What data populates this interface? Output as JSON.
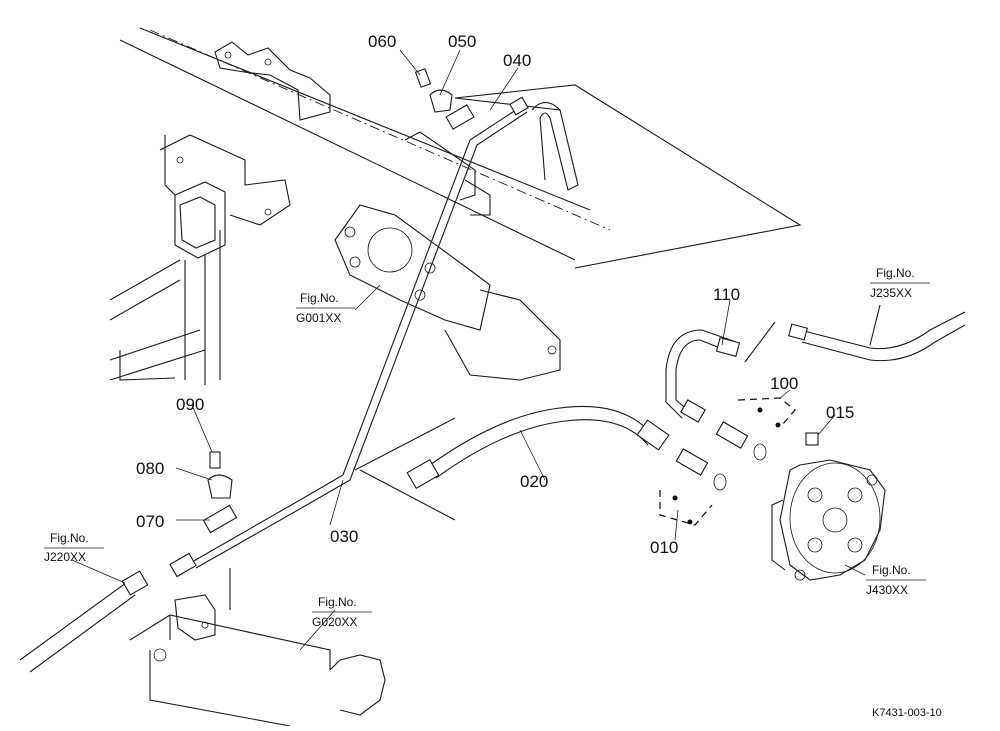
{
  "diagram": {
    "doc_code": "K7431-003-10",
    "parts": [
      {
        "id": "p010",
        "label": "010"
      },
      {
        "id": "p015",
        "label": "015"
      },
      {
        "id": "p020",
        "label": "020"
      },
      {
        "id": "p030",
        "label": "030"
      },
      {
        "id": "p040",
        "label": "040"
      },
      {
        "id": "p050",
        "label": "050"
      },
      {
        "id": "p060",
        "label": "060"
      },
      {
        "id": "p070",
        "label": "070"
      },
      {
        "id": "p080",
        "label": "080"
      },
      {
        "id": "p090",
        "label": "090"
      },
      {
        "id": "p100",
        "label": "100"
      },
      {
        "id": "p110",
        "label": "110"
      }
    ],
    "figure_refs": [
      {
        "id": "G001XX",
        "prefix": "Fig.No.",
        "code": "G001XX"
      },
      {
        "id": "J235XX",
        "prefix": "Fig.No.",
        "code": "J235XX"
      },
      {
        "id": "J220XX",
        "prefix": "Fig.No.",
        "code": "J220XX"
      },
      {
        "id": "G020XX",
        "prefix": "Fig.No.",
        "code": "G020XX"
      },
      {
        "id": "J430XX",
        "prefix": "Fig.No.",
        "code": "J430XX"
      }
    ]
  }
}
